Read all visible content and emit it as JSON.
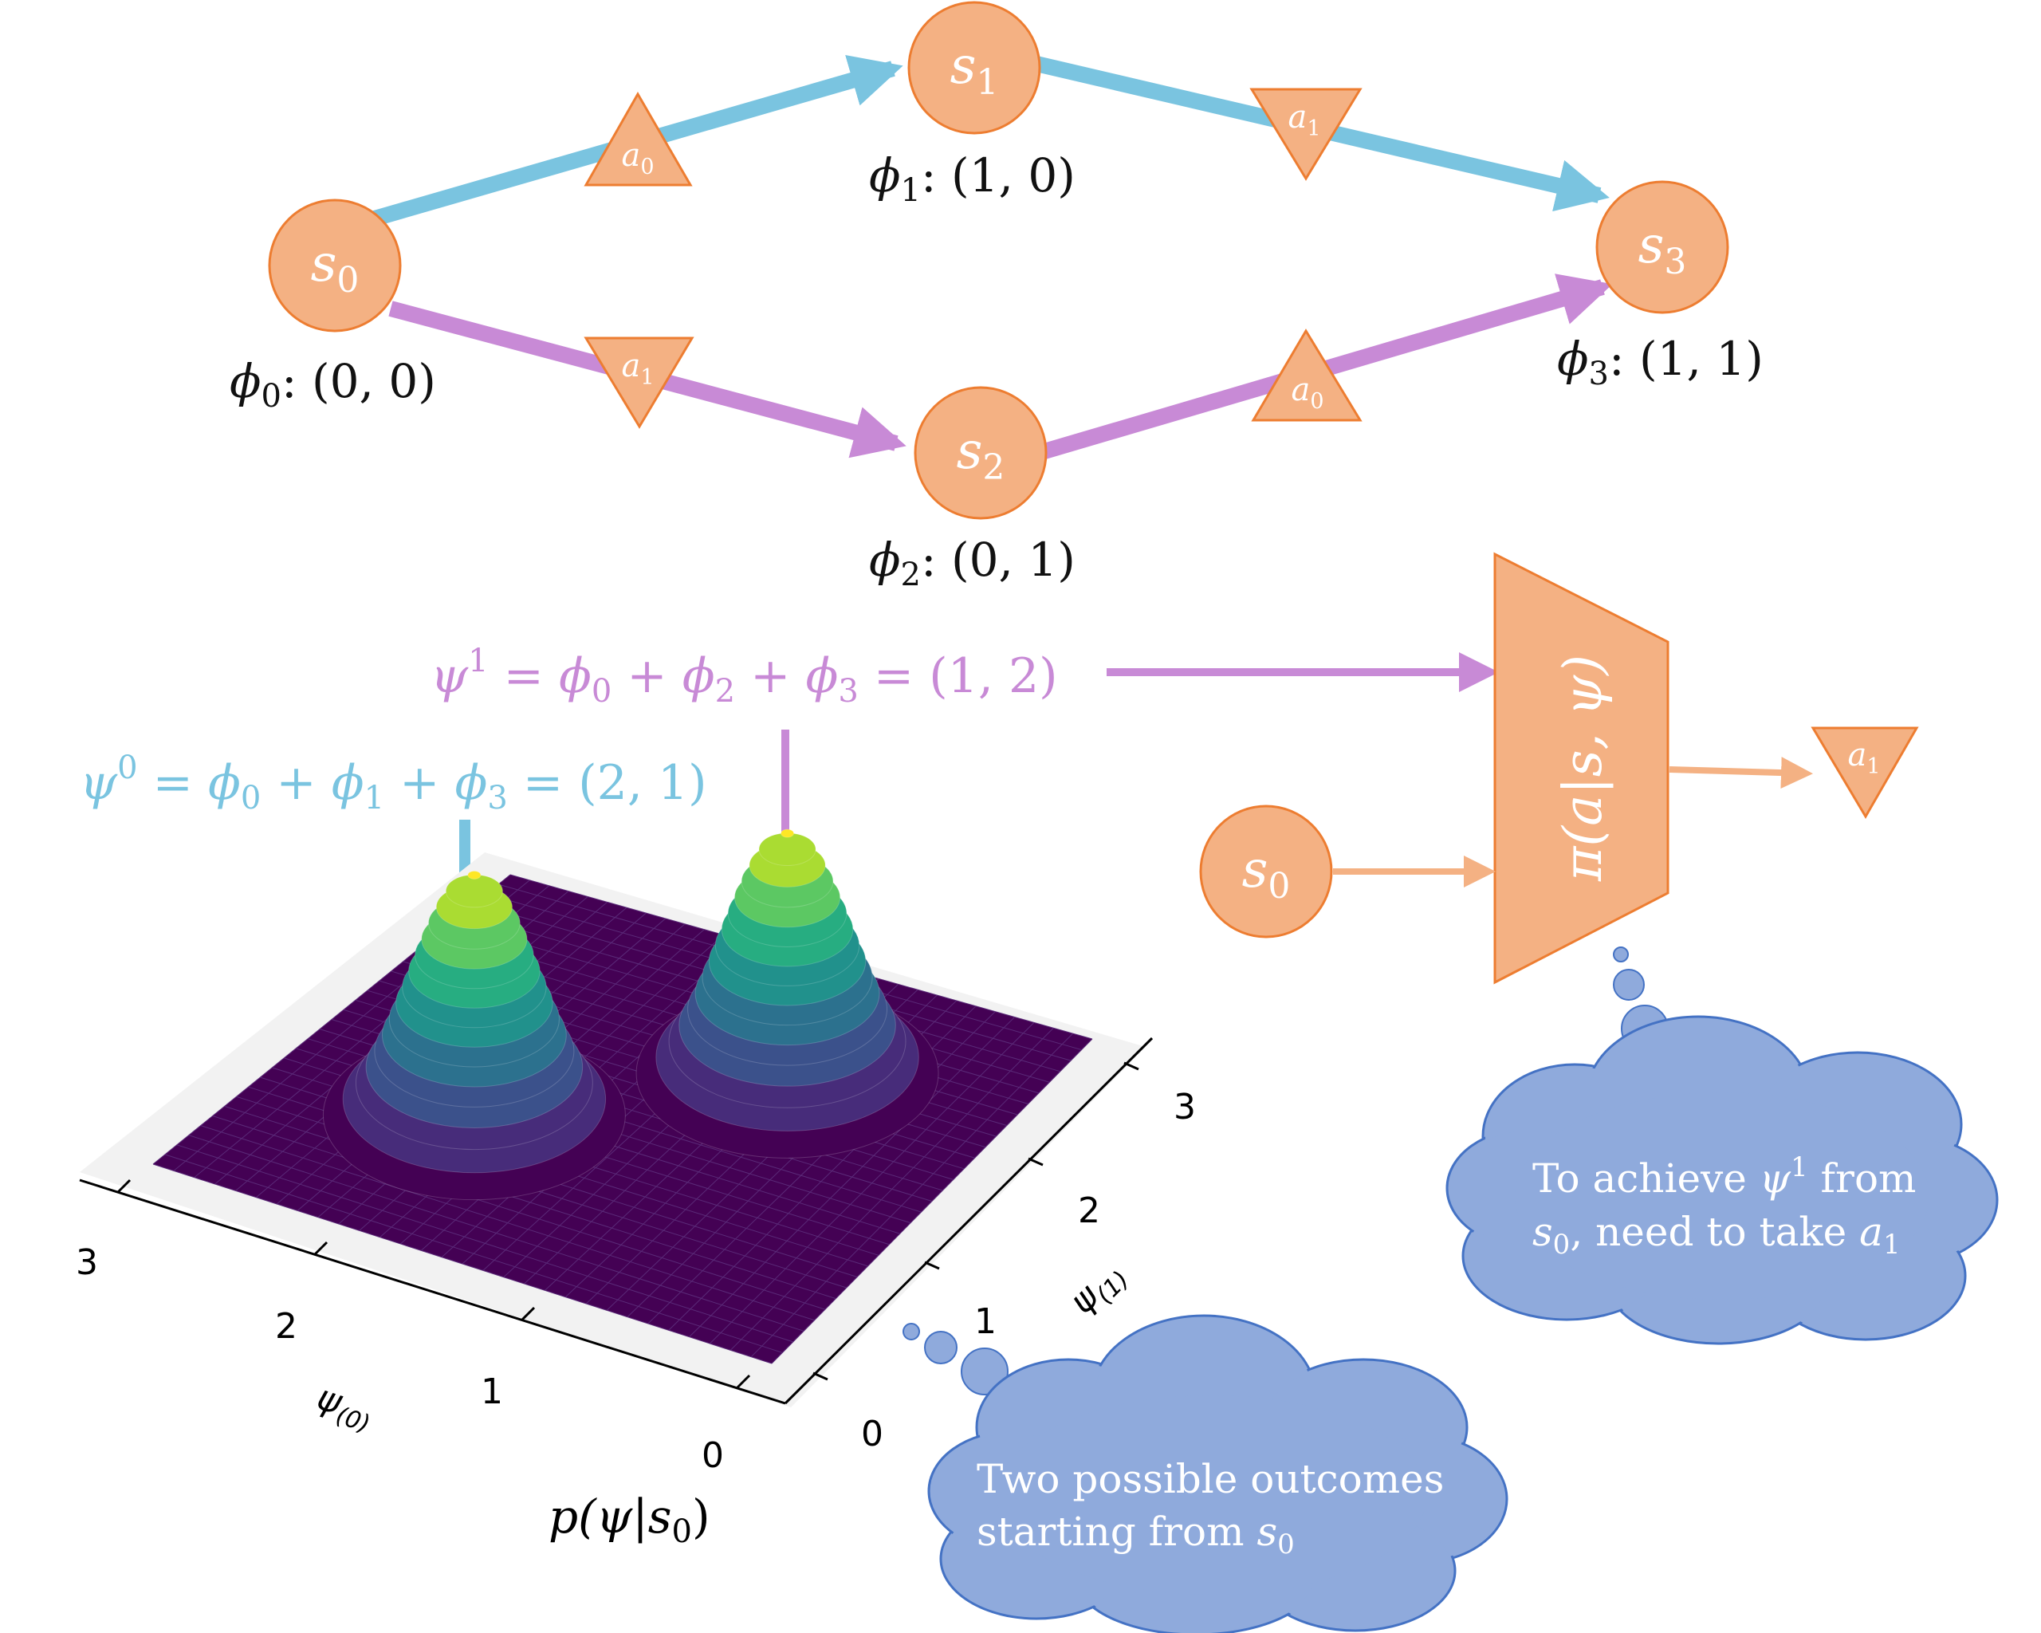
{
  "graph": {
    "states": [
      {
        "letter": "s",
        "sub": "0",
        "phi_sub": "0",
        "phi_value": ": (0, 0)"
      },
      {
        "letter": "s",
        "sub": "1",
        "phi_sub": "1",
        "phi_value": ": (1, 0)"
      },
      {
        "letter": "s",
        "sub": "2",
        "phi_sub": "2",
        "phi_value": ": (0, 1)"
      },
      {
        "letter": "s",
        "sub": "3",
        "phi_sub": "3",
        "phi_value": ": (1, 1)"
      }
    ],
    "actions": [
      {
        "letter": "a",
        "sub": "0",
        "orientation": "up"
      },
      {
        "letter": "a",
        "sub": "1",
        "orientation": "down"
      },
      {
        "letter": "a",
        "sub": "1",
        "orientation": "down"
      },
      {
        "letter": "a",
        "sub": "0",
        "orientation": "up"
      }
    ],
    "phi_letter": "ϕ"
  },
  "equations": {
    "psi1": {
      "lhs_letter": "ψ",
      "lhs_sup": "1",
      "eq": " = ",
      "t1": "ϕ",
      "t1_sub": "0",
      "plus1": " + ",
      "t2": "ϕ",
      "t2_sub": "2",
      "plus2": " + ",
      "t3": "ϕ",
      "t3_sub": "3",
      "rhs": " = (1, 2)"
    },
    "psi0": {
      "lhs_letter": "ψ",
      "lhs_sup": "0",
      "eq": " = ",
      "t1": "ϕ",
      "t1_sub": "0",
      "plus1": " + ",
      "t2": "ϕ",
      "t2_sub": "1",
      "plus2": " + ",
      "t3": "ϕ",
      "t3_sub": "3",
      "rhs": " = (2, 1)"
    }
  },
  "policy": {
    "label": "π(a|s, ψ)",
    "input_state_letter": "s",
    "input_state_sub": "0",
    "output_action_letter": "a",
    "output_action_sub": "1"
  },
  "surface_plot": {
    "caption_p": "p(ψ|s",
    "caption_sub": "0",
    "caption_close": ")",
    "x_axis_letter": "ψ",
    "x_axis_sub": "(0)",
    "y_axis_letter": "ψ",
    "y_axis_sub": "(1)",
    "x_ticks": [
      "0",
      "1",
      "2",
      "3"
    ],
    "y_ticks": [
      "0",
      "1",
      "2",
      "3"
    ],
    "peaks": [
      {
        "psi0": 2,
        "psi1": 1
      },
      {
        "psi0": 1,
        "psi1": 2
      }
    ],
    "colormap": "viridis"
  },
  "thought_clouds": {
    "policy": {
      "line1_a": "To achieve ",
      "line1_psi": "ψ",
      "line1_sup": "1",
      "line1_b": " from",
      "line2_s": "s",
      "line2_sub": "0",
      "line2_b": ", need to take ",
      "line2_a": "a",
      "line2_asub": "1"
    },
    "plot": {
      "line1": "Two possible outcomes",
      "line2_a": "starting from ",
      "line2_s": "s",
      "line2_sub": "0"
    }
  },
  "colors": {
    "node_fill": "#f4b183",
    "node_stroke": "#ed7d31",
    "blue_path": "#7ac4e0",
    "purple_path": "#c88ad6",
    "orange_arrow": "#f4b183",
    "cloud_fill": "#8faadc",
    "cloud_stroke": "#4472c4"
  }
}
